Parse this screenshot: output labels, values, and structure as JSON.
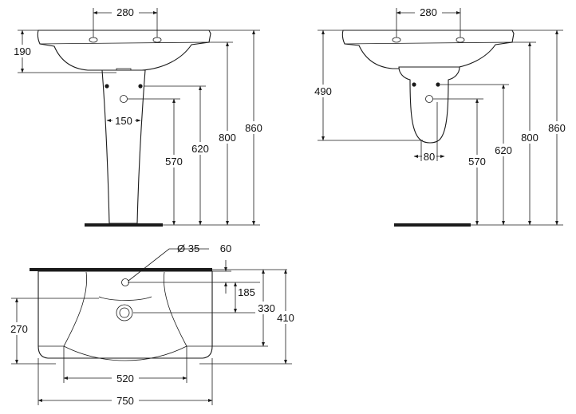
{
  "front_view": {
    "tap_spacing": "280",
    "basin_depth": "190",
    "fixing_spacing": "150",
    "waste_height": "570",
    "fixing_height": "620",
    "rim_height": "800",
    "overall_height": "860"
  },
  "side_view": {
    "tap_spacing": "280",
    "semi_pedestal_drop": "490",
    "waste_spacing": "80",
    "waste_height": "570",
    "fixing_height": "620",
    "rim_height": "800",
    "overall_height": "860"
  },
  "plan_view": {
    "hole_diameter": "Ø 35",
    "back_offset": "60",
    "tap_to_waste": "185",
    "bowl_depth": "330",
    "overall_depth": "410",
    "side_depth": "270",
    "bowl_width": "520",
    "overall_width": "750"
  }
}
